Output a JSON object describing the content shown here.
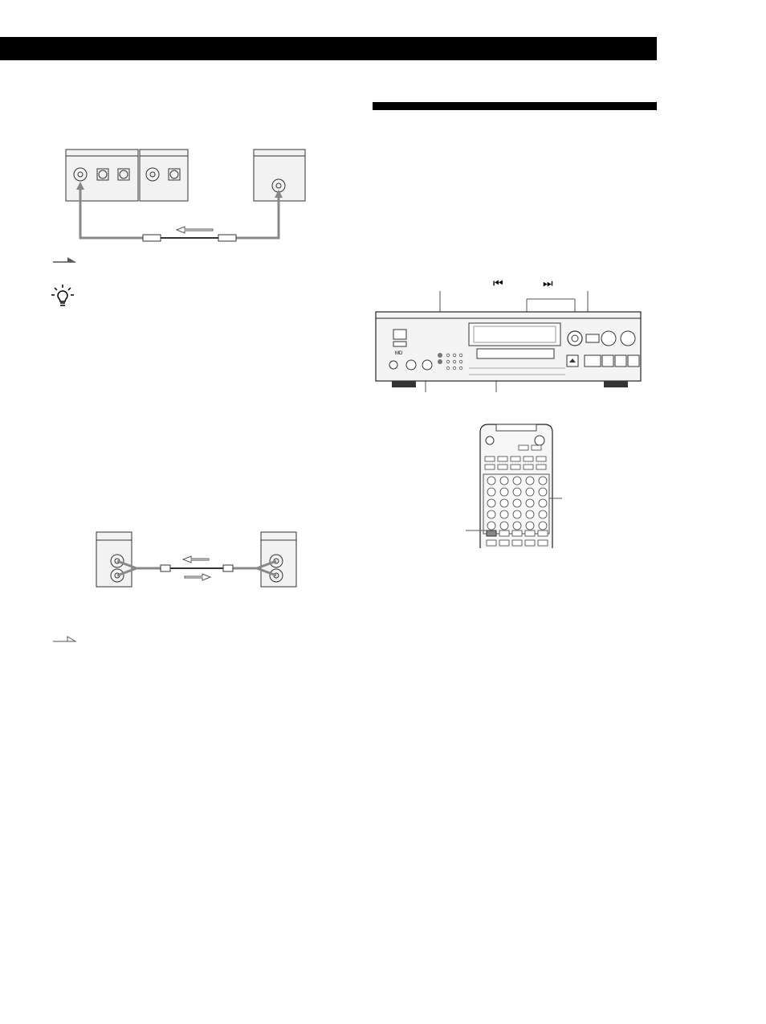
{
  "page": {
    "header_bar_color": "#000000",
    "section_rule_color": "#000000",
    "icons": {
      "note_arrow_1": "note-arrow-icon",
      "tip": "lightbulb-tip-icon",
      "note_arrow_2": "note-arrow-icon"
    },
    "front_panel_labels": {
      "prev_track_symbol": "⏮",
      "next_track_symbol": "⏭"
    },
    "illustrations": [
      "digital-connection-diagram",
      "analog-connection-diagram",
      "deck-front-panel",
      "remote-control"
    ]
  }
}
